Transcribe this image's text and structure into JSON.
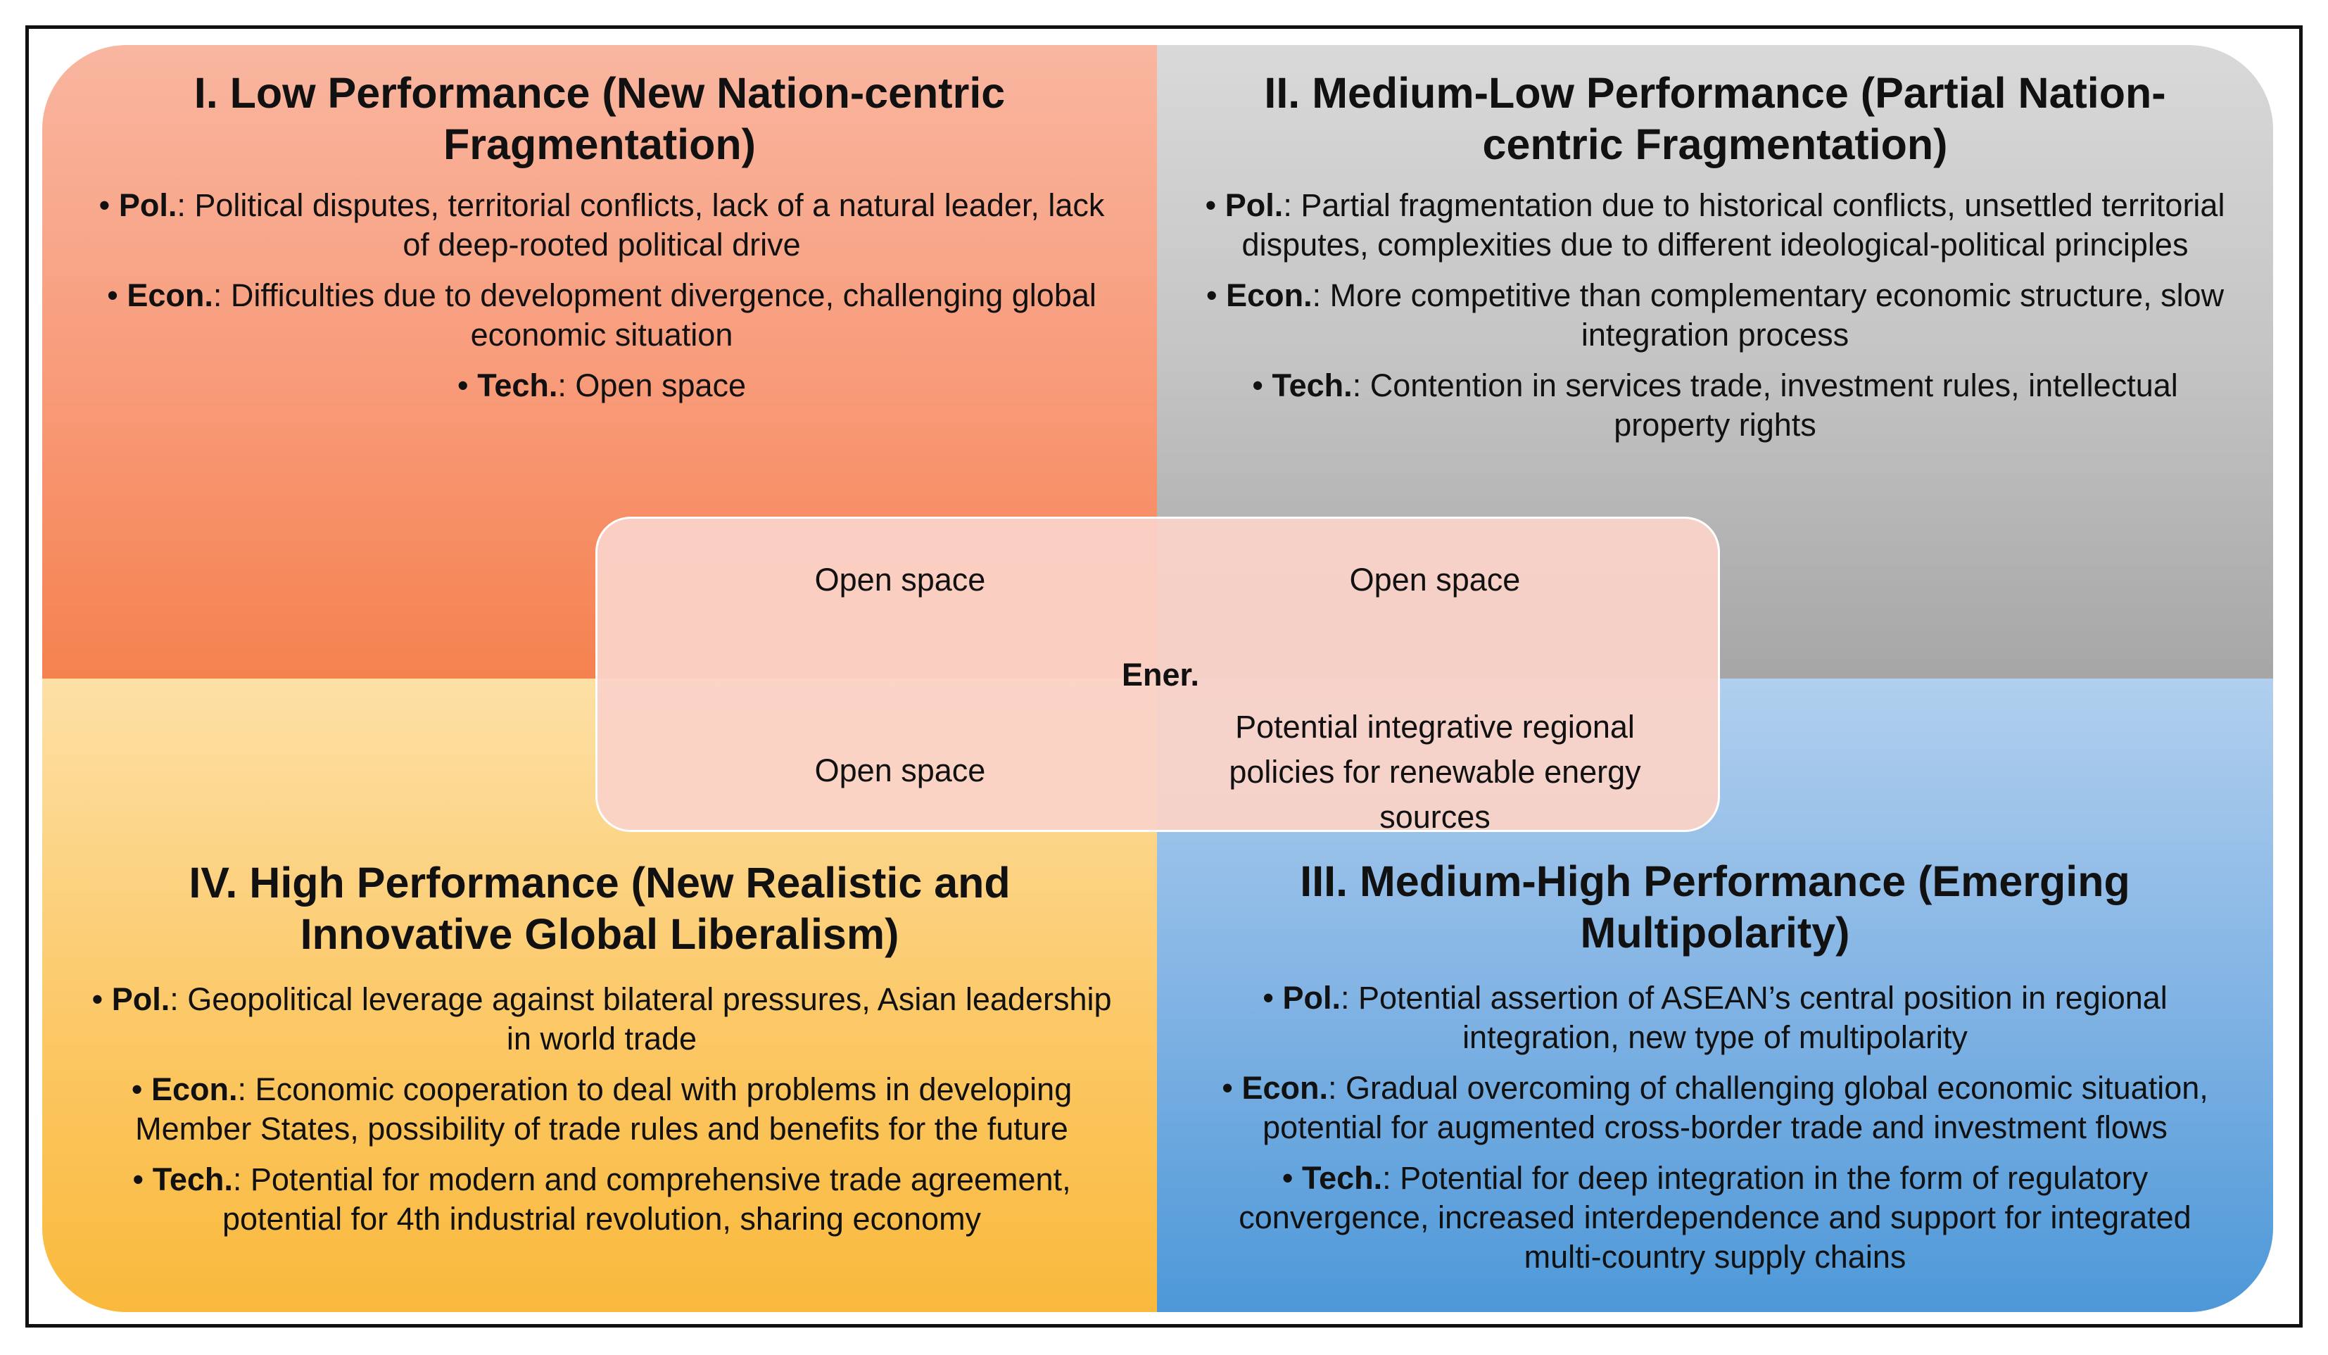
{
  "quadrants": {
    "q1": {
      "title": "I. Low Performance (New Nation-centric Fragmentation)",
      "items": [
        {
          "label": "Pol.",
          "text": ": Political disputes, territorial conflicts, lack of a natural leader, lack of deep-rooted political drive"
        },
        {
          "label": "Econ.",
          "text": ": Difficulties due to development divergence, challenging global economic situation"
        },
        {
          "label": "Tech.",
          "text": ": Open space"
        }
      ]
    },
    "q2": {
      "title": "II. Medium-Low Performance (Partial Nation-centric Fragmentation)",
      "items": [
        {
          "label": "Pol.",
          "text": ": Partial fragmentation due to historical conflicts, unsettled territorial disputes, complexities due to different ideological-political principles"
        },
        {
          "label": "Econ.",
          "text": ": More competitive than complementary economic structure, slow integration process"
        },
        {
          "label": "Tech.",
          "text": ": Contention in services trade, investment rules, intellectual property rights"
        }
      ]
    },
    "q3": {
      "title": "III. Medium-High Performance (Emerging Multipolarity)",
      "items": [
        {
          "label": "Pol.",
          "text": ": Potential assertion of ASEAN’s central position in regional integration, new type of multipolarity"
        },
        {
          "label": "Econ.",
          "text": ": Gradual overcoming of challenging global economic situation, potential for augmented cross-border trade and investment flows"
        },
        {
          "label": "Tech.",
          "text": ": Potential for deep integration in the form of regulatory convergence, increased interdependence and support for integrated multi-country supply chains"
        }
      ]
    },
    "q4": {
      "title": "IV. High Performance (New Realistic and Innovative Global Liberalism)",
      "items": [
        {
          "label": "Pol.",
          "text": ": Geopolitical leverage against bilateral pressures, Asian leadership in world trade"
        },
        {
          "label": "Econ.",
          "text": ": Economic cooperation to deal with problems in developing Member States, possibility of trade rules and benefits for the future"
        },
        {
          "label": "Tech.",
          "text": ": Potential for modern and comprehensive trade agreement, potential for 4th industrial revolution, sharing economy"
        }
      ]
    }
  },
  "center": {
    "label": "Ener.",
    "top_left": "Open space",
    "top_right": "Open space",
    "bottom_left": "Open space",
    "bottom_right": "Potential integrative regional policies for renewable energy sources"
  },
  "colors": {
    "q1": "#f89a78",
    "q2": "#c4c4c4",
    "q3": "#7db1e3",
    "q4": "#fcc866",
    "center": "#fad2c8"
  }
}
